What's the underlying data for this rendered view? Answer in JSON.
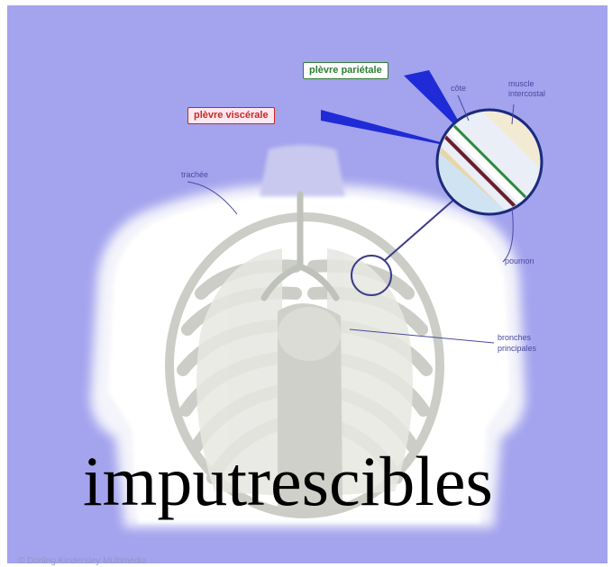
{
  "illustration": {
    "callouts": {
      "top": "plèvre pariétale",
      "middle": "plèvre viscérale"
    },
    "labels": {
      "trachee": "trachée",
      "cote": "côte",
      "muscle": "muscle intercostal",
      "poumon": "poumon",
      "bronches": "bronches principales"
    },
    "credit": "© Dorling Kindersley Multimédia"
  },
  "overlay": {
    "word": "imputrescibles"
  },
  "colors": {
    "background": "#a3a3ee",
    "body": "#ffffff",
    "callout_top_text": "#2e7d32",
    "callout_mid_text": "#c62828",
    "pointer": "#1f2bd6",
    "leader_line": "#3b3b8c"
  }
}
